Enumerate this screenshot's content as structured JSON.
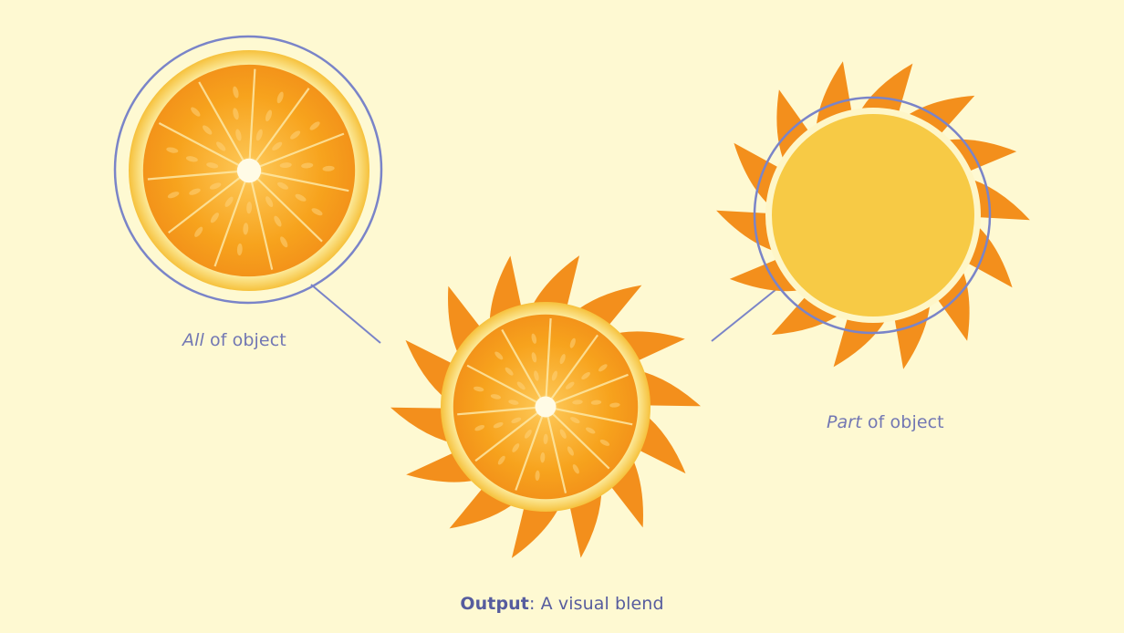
{
  "diagram": {
    "colors": {
      "background": "#fef9d2",
      "accent_line": "#7a84c8",
      "orange_flesh": "#f7a41f",
      "orange_rind": "#fde68d",
      "sun_rays": "#f38f1c",
      "sun_body": "#f7ca45",
      "sun_rim": "#fef6c8"
    },
    "left": {
      "caption_emph": "All",
      "caption_rest": " of object",
      "icon": "orange-slice"
    },
    "right": {
      "caption_emph": "Part",
      "caption_rest": " of object",
      "icon": "sun"
    },
    "output": {
      "label_strong": "Output",
      "label_rest": ": A visual blend",
      "icon": "orange-sun-blend"
    }
  }
}
